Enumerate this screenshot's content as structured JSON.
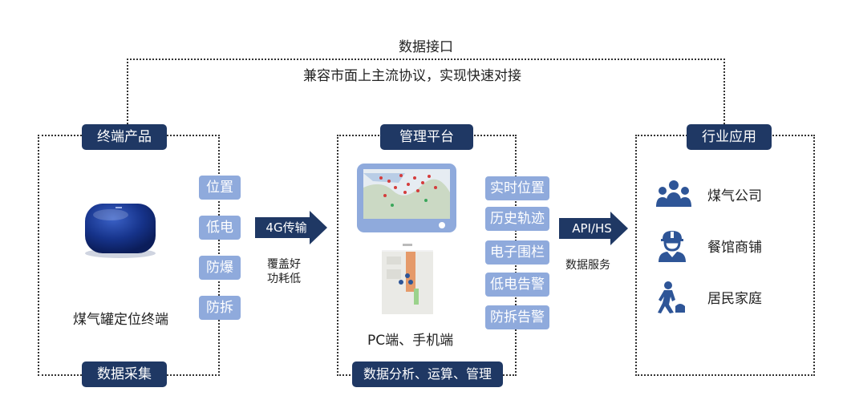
{
  "top": {
    "title": "数据接口",
    "subtitle": "兼容市面上主流协议，实现快速对接"
  },
  "terminal": {
    "header": "终端产品",
    "footer": "数据采集",
    "device_label": "煤气罐定位终端",
    "features": [
      "位置",
      "低电",
      "防爆",
      "防拆"
    ]
  },
  "arrow1": {
    "label": "4G传输",
    "caption_line1": "覆盖好",
    "caption_line2": "功耗低"
  },
  "platform": {
    "header": "管理平台",
    "footer": "数据分析、运算、管理",
    "device_caption": "PC端、手机端",
    "features": [
      "实时位置",
      "历史轨迹",
      "电子围栏",
      "低电告警",
      "防拆告警"
    ]
  },
  "arrow2": {
    "label": "API/HS",
    "caption": "数据服务"
  },
  "industry": {
    "header": "行业应用",
    "items": [
      {
        "label": "煤气公司",
        "icon": "group-icon"
      },
      {
        "label": "餐馆商铺",
        "icon": "worker-icon"
      },
      {
        "label": "居民家庭",
        "icon": "person-icon"
      }
    ]
  },
  "colors": {
    "navy": "#1f3864",
    "light_blue": "#8faadc",
    "icon_blue": "#2e5597"
  }
}
